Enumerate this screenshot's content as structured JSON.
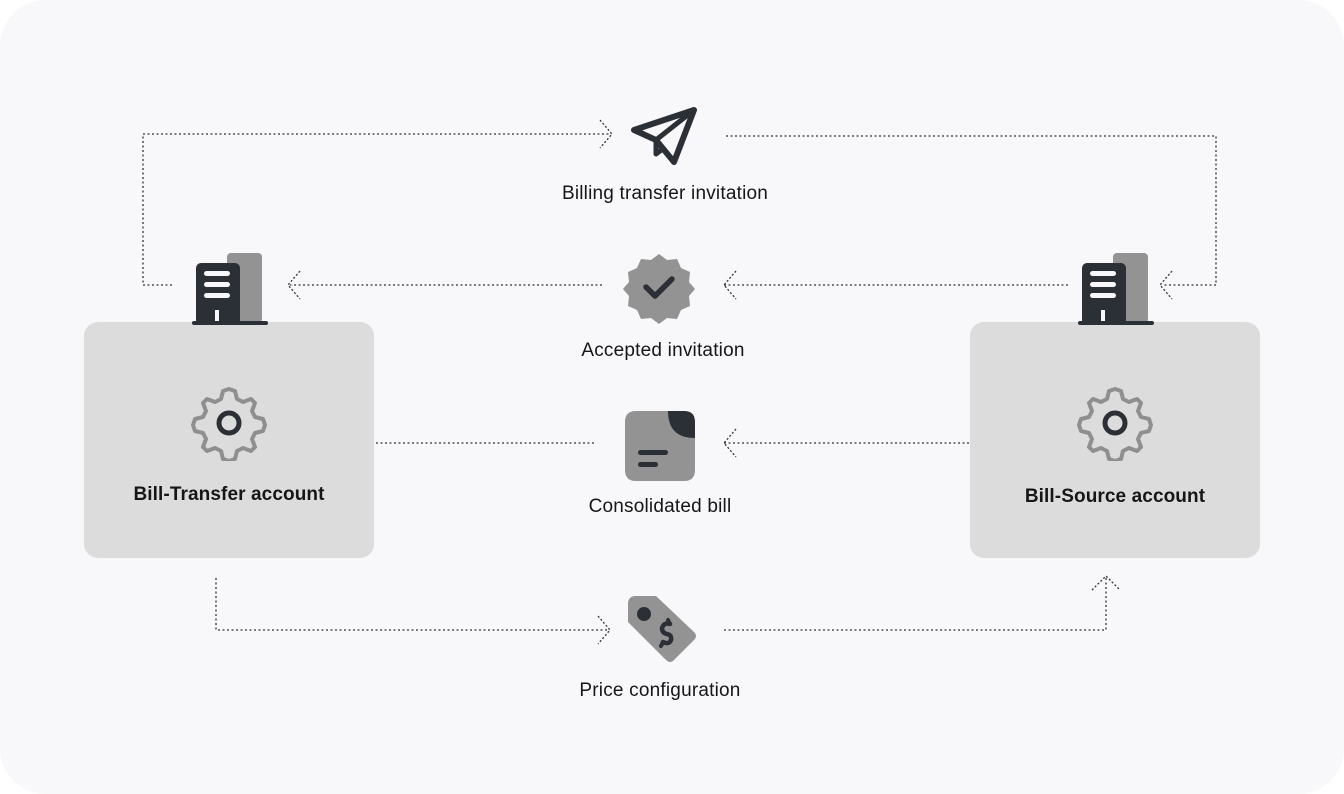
{
  "accounts": {
    "left": {
      "title": "Bill-Transfer account"
    },
    "right": {
      "title": "Bill-Source account"
    }
  },
  "flows": {
    "invitation": {
      "label": "Billing transfer invitation",
      "icon": "paper-plane-icon"
    },
    "accepted": {
      "label": "Accepted invitation",
      "icon": "verified-badge-icon"
    },
    "bill": {
      "label": "Consolidated bill",
      "icon": "document-icon"
    },
    "price": {
      "label": "Price configuration",
      "icon": "price-tag-icon"
    }
  },
  "colors": {
    "background": "#f8f7f9",
    "box": "#dcdcdc",
    "icon_dark": "#2b2f36",
    "icon_gray": "#939393",
    "text": "#161616"
  }
}
